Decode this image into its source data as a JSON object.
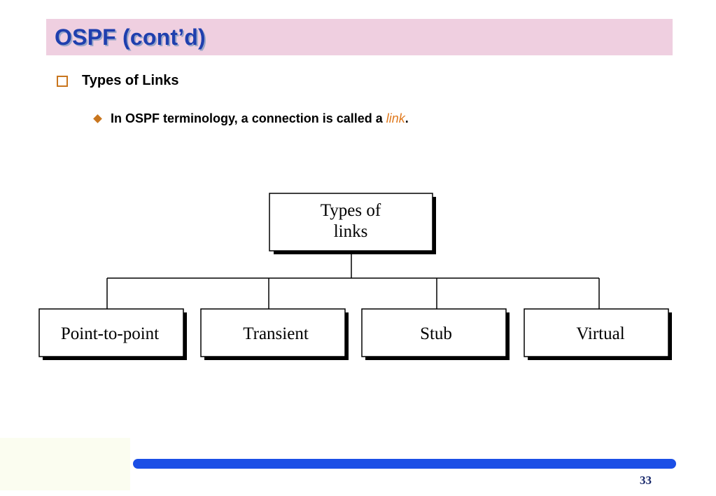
{
  "slide": {
    "title": "OSPF (cont’d)",
    "bullet1": "Types of Links",
    "bullet2_prefix": "In OSPF terminology, a connection is called a ",
    "bullet2_term": "link",
    "bullet2_suffix": ".",
    "page_number": "33"
  },
  "diagram": {
    "root": {
      "line1": "Types of",
      "line2": "links"
    },
    "children": [
      "Point-to-point",
      "Transient",
      "Stub",
      "Virtual"
    ]
  },
  "colors": {
    "title_bar": "#efcfe0",
    "title_text": "#1f3fae",
    "bullet_accent": "#c9761e",
    "emphasis": "#e07a1f",
    "footer_bar": "#1b4fe6"
  }
}
